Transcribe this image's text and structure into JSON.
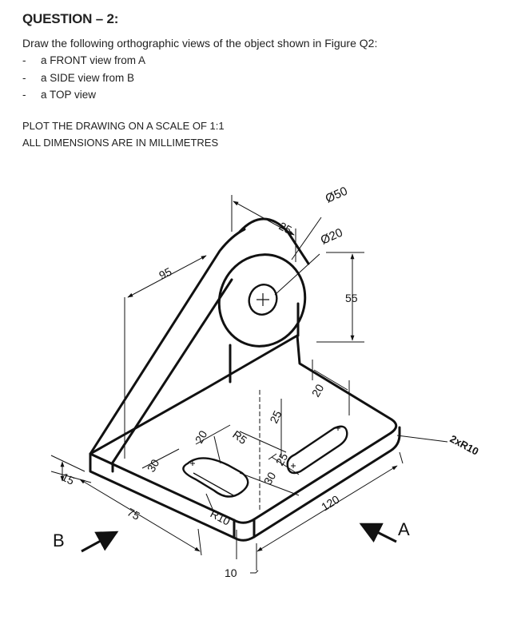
{
  "question": {
    "title": "QUESTION – 2:",
    "instruction": "Draw the following orthographic views of the object shown in Figure Q2:",
    "tasks": [
      {
        "bullet": "-",
        "text": "a FRONT view from A"
      },
      {
        "bullet": "-",
        "text": "a SIDE view from B"
      },
      {
        "bullet": "-",
        "text": "a TOP view"
      }
    ],
    "scale_note": "PLOT THE DRAWING ON A SCALE OF 1:1",
    "units_note": "ALL DIMENSIONS ARE IN MILLIMETRES"
  },
  "figure": {
    "dimensions": {
      "d50": "Ø50",
      "d20": "Ø20",
      "w25": "25",
      "h95": "95",
      "h55": "55",
      "s20_right": "20",
      "s25_mid": "25",
      "r5": "R5",
      "s20_left": "20",
      "s30_left": "30",
      "s25_lower": "25",
      "s30_lower": "30",
      "r10": "R10",
      "t15": "15",
      "l75": "75",
      "l120": "120",
      "t10": "10",
      "corner_radius": "2xR10"
    },
    "view_labels": {
      "a": "A",
      "b": "B"
    }
  }
}
